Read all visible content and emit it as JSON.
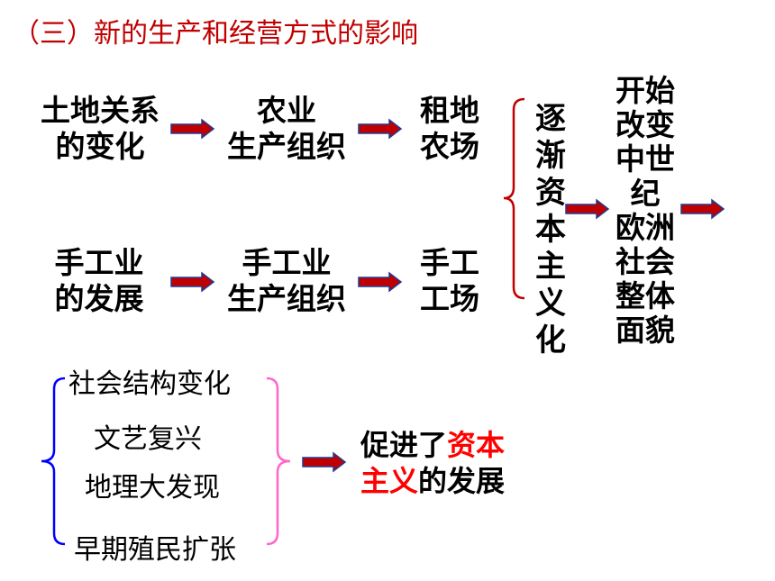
{
  "title": "（三）新的生产和经营方式的影响",
  "row1": {
    "start": [
      "土地关系",
      "的变化"
    ],
    "middle": [
      "农业",
      "生产组织"
    ],
    "end": [
      "租地",
      "农场"
    ]
  },
  "row2": {
    "start": [
      "手工业",
      "的发展"
    ],
    "middle": [
      "手工业",
      "生产组织"
    ],
    "end": [
      "手工",
      "工场"
    ]
  },
  "merge_result": "逐渐资本主义化",
  "final_result": "开始\n改变\n中世\n纪\n欧洲\n社会\n整体\n面貌",
  "factors": [
    "社会结构变化",
    "文艺复兴",
    "地理大发现",
    "早期殖民扩张"
  ],
  "conclusion": {
    "line1_prefix": "促进了",
    "line1_highlight": "资本",
    "line2_highlight": "主义",
    "line2_suffix": "的发展"
  },
  "colors": {
    "title": "#c00000",
    "arrow": "#c00000",
    "arrow_outline": "#1f3a93",
    "merge_brace": "#c00000",
    "blue_brace": "#0000ff",
    "pink_brace": "#ff66cc",
    "highlight": "#ff0000"
  }
}
